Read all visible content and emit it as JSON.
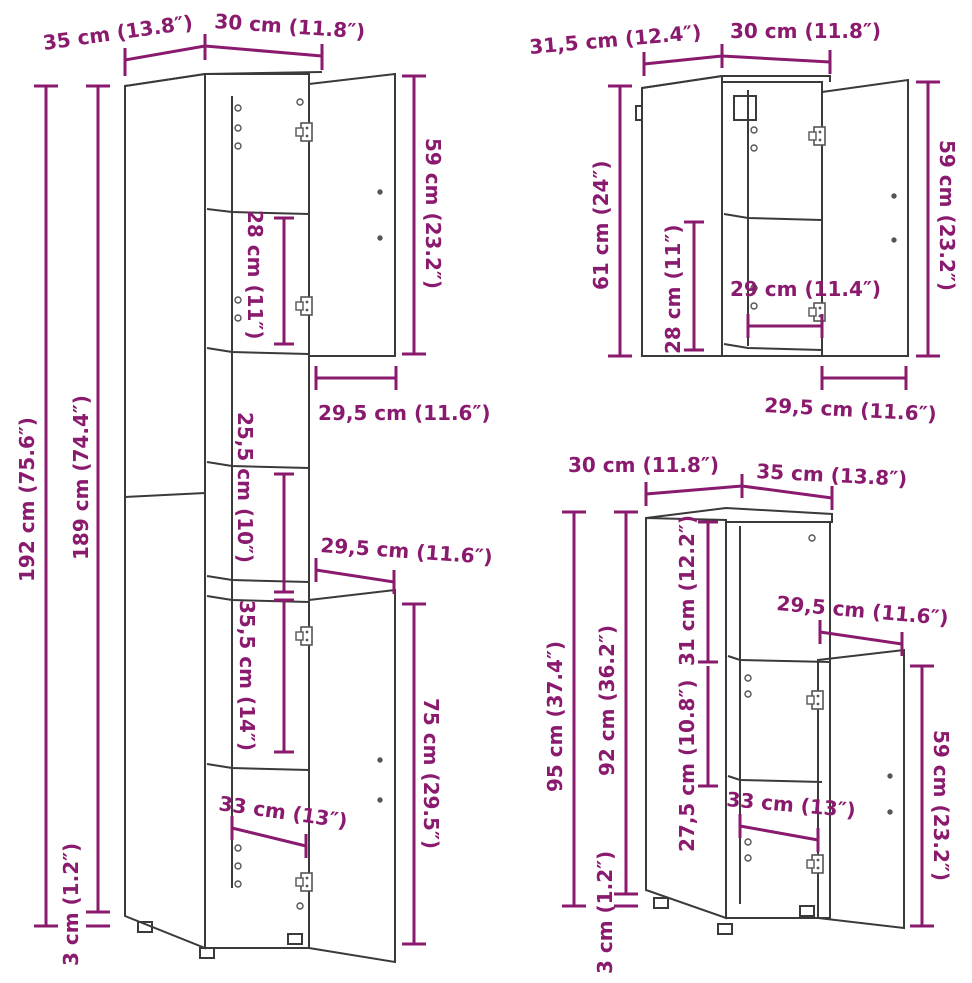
{
  "colors": {
    "dimension": "#8a1a6e",
    "outline": "#3a3a3a",
    "hardware": "#555555",
    "background": "#ffffff"
  },
  "tall_cabinet": {
    "depth_label": "35 cm (13.8″)",
    "width_label": "30 cm (11.8″)",
    "total_height_label": "192 cm (75.6″)",
    "body_height_label": "189 cm (74.4″)",
    "foot_height_label": "3 cm (1.2″)",
    "upper_door_height_label": "59 cm (23.2″)",
    "upper_shelf_height_label": "28 cm (11″)",
    "upper_door_width_label": "29,5 cm (11.6″)",
    "middle_shelf_height_label": "25,5 cm (10″)",
    "lower_door_width_label": "29,5 cm (11.6″)",
    "lower_shelf_height_label": "35,5 cm (14″)",
    "lower_door_height_label": "75 cm (29.5″)",
    "inner_depth_label": "33 cm (13″)"
  },
  "wall_cabinet": {
    "depth_label": "31,5 cm (12.4″)",
    "width_label": "30 cm (11.8″)",
    "height_label": "61 cm (24″)",
    "shelf_height_label": "28 cm (11″)",
    "inner_width_label": "29 cm (11.4″)",
    "door_height_label": "59 cm (23.2″)",
    "door_width_label": "29,5 cm (11.6″)"
  },
  "low_cabinet": {
    "width_label": "30 cm (11.8″)",
    "depth_label": "35 cm (13.8″)",
    "total_height_label": "95 cm (37.4″)",
    "body_height_label": "92 cm (36.2″)",
    "foot_height_label": "3 cm (1.2″)",
    "upper_shelf_height_label": "31 cm (12.2″)",
    "lower_shelf_height_label": "27,5 cm (10.8″)",
    "door_width_label": "29,5 cm (11.6″)",
    "door_height_label": "59 cm (23.2″)",
    "inner_depth_label": "33 cm (13″)"
  }
}
